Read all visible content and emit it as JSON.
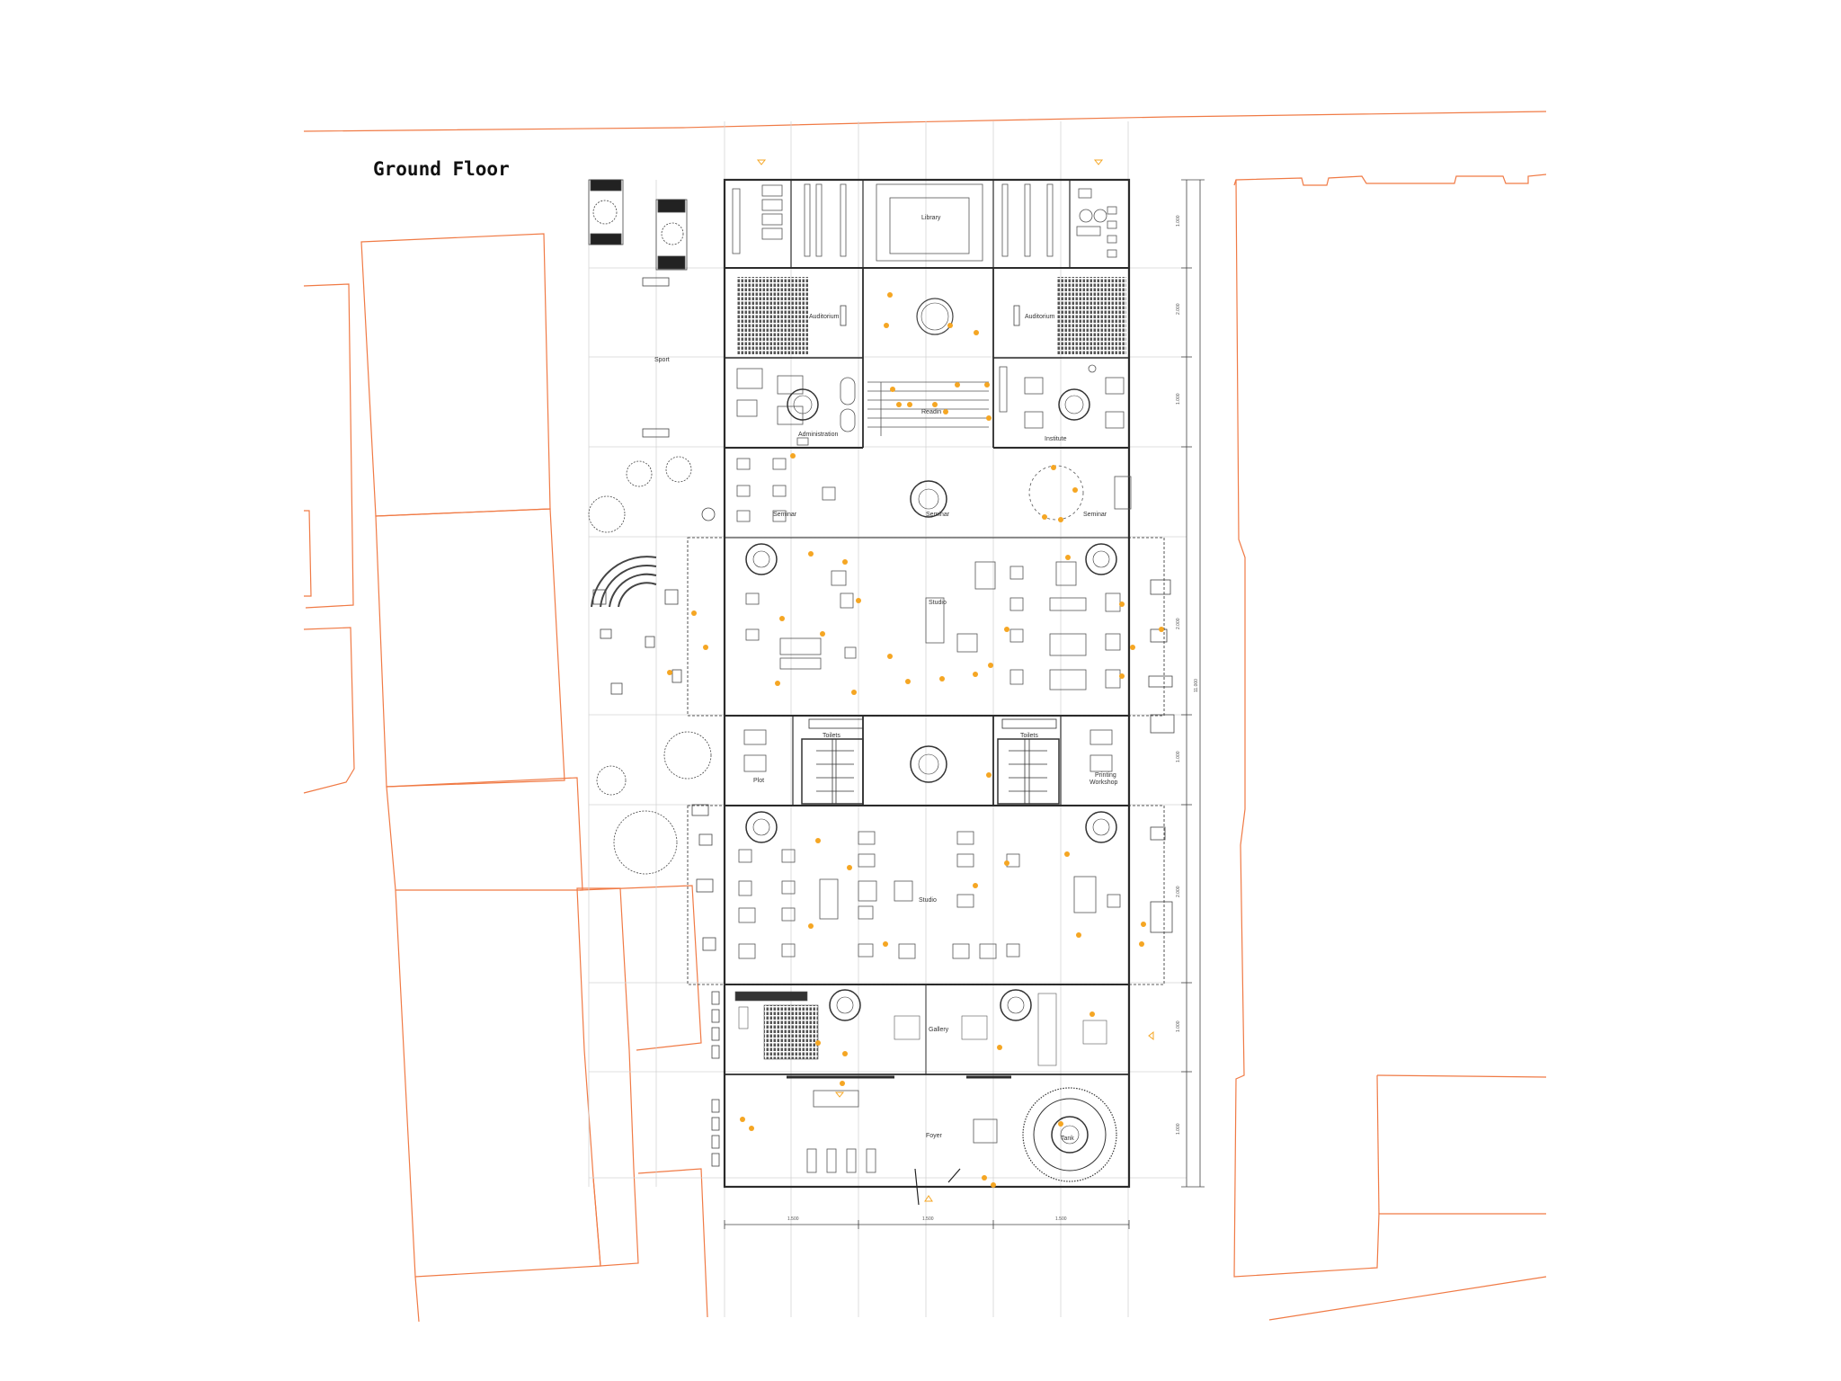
{
  "title": "Ground Floor",
  "colors": {
    "context_lines": "#f07a45",
    "people": "#f5a623",
    "walls": "#2b2b2b",
    "grid": "#d0d0d0",
    "furniture": "#555555"
  },
  "rooms": {
    "library": "Library",
    "auditorium_left": "Auditorium",
    "auditorium_right": "Auditorium",
    "sport": "Sport",
    "administration": "Administration",
    "readin": "Readin",
    "institute": "Institute",
    "seminar_left": "Seminar",
    "seminar_mid": "Seminar",
    "seminar_right": "Seminar",
    "studio_upper": "Studio",
    "toilets_left": "Toilets",
    "toilets_right": "Toilets",
    "plot": "Plot",
    "printing_1": "Printing",
    "printing_2": "Workshop",
    "studio_lower": "Studio",
    "gallery": "Gallery",
    "foyer": "Foyer",
    "tank": "Tank"
  },
  "dimensions": {
    "bottom": [
      "1.500",
      "1.500",
      "1.500"
    ],
    "right": [
      "1.000",
      "2.000",
      "1.000",
      "2.000",
      "1.000",
      "2.000",
      "1.000",
      "1.000"
    ],
    "total": "11.000"
  }
}
